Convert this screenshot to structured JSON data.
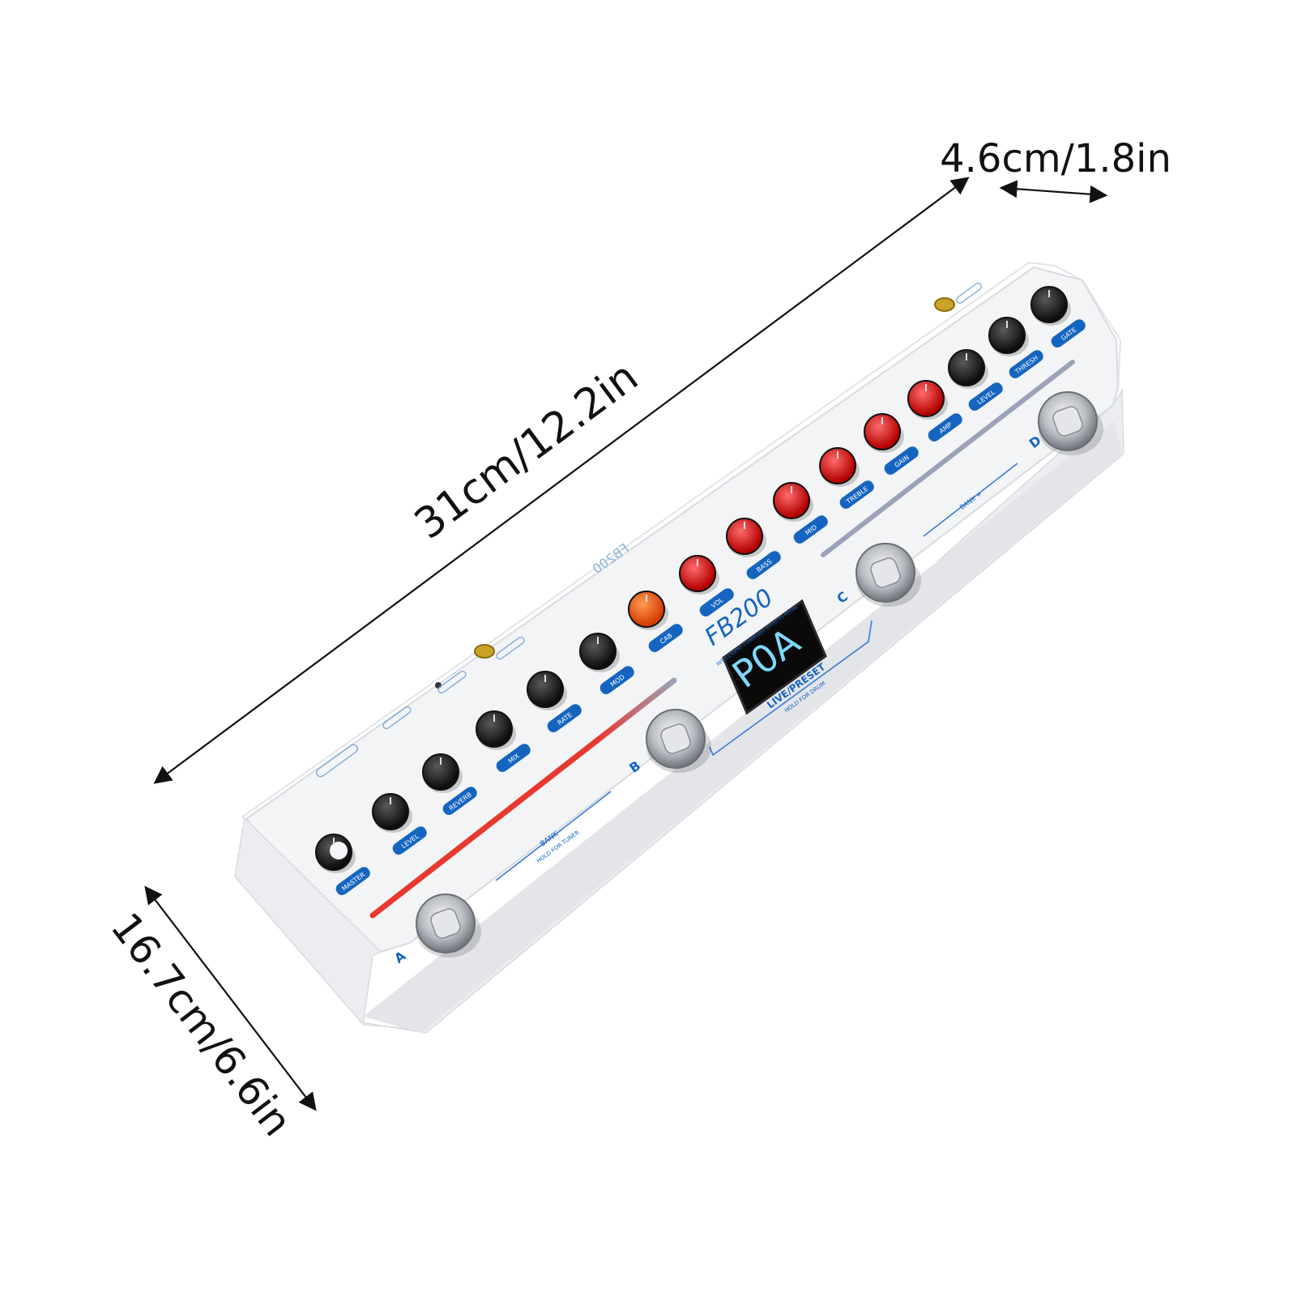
{
  "dimensions": {
    "length": "31cm/12.2in",
    "height": "4.6cm/1.8in",
    "width": "16.7cm/6.6in"
  },
  "pedal": {
    "model": "FB200",
    "tagline": "INTELLIGENT COMBINED EFFECTS PEDAL",
    "display": "P0A",
    "center_label": "LIVE/PRESET",
    "center_sub": "HOLD FOR DRUM",
    "bank_left": "BANK -",
    "bank_left_sub": "HOLD FOR TUNER",
    "bank_right": "BANK +",
    "footswitches": [
      "A",
      "B",
      "C",
      "D"
    ],
    "knob_labels": [
      "MASTER",
      "LEVEL",
      "REVERB",
      "MIX",
      "RATE",
      "MOD",
      "CAB",
      "VOL",
      "BASS",
      "MID",
      "TREBLE",
      "GAIN",
      "AMP",
      "LEVEL",
      "THRESH",
      "GATE"
    ],
    "colors": {
      "body": "#f3f4f6",
      "label_blue": "#1565c0",
      "led_red": "#e02222",
      "led_orange": "#ff5a14",
      "screen_text": "#7fd8ff",
      "strip_red": "#e8392f",
      "strip_gray": "#9aa3b8"
    }
  }
}
